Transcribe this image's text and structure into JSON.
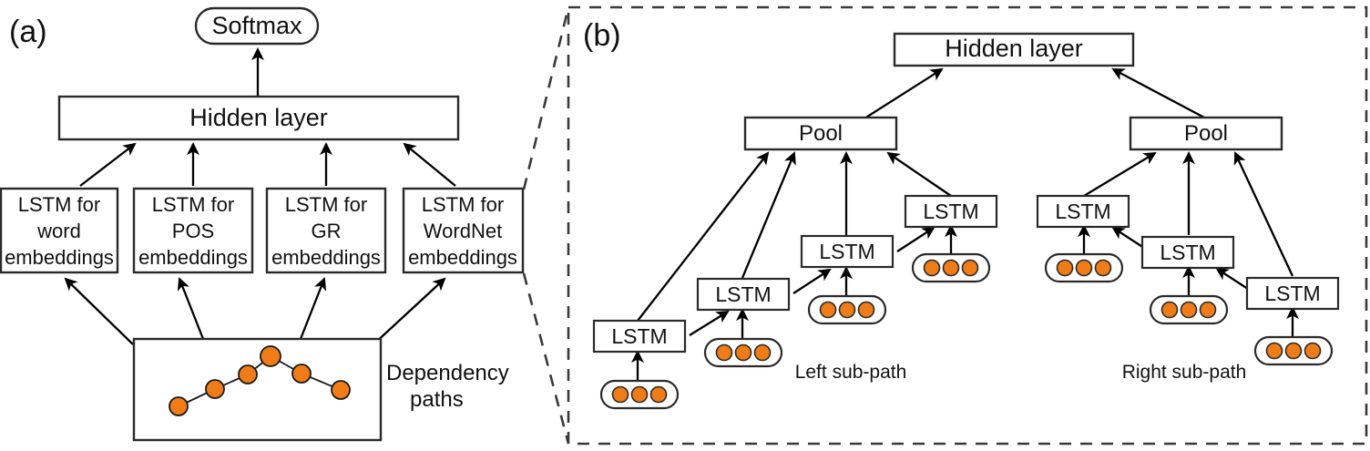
{
  "panel_a": {
    "label": "(a)",
    "softmax": {
      "label": "Softmax"
    },
    "hidden": {
      "label": "Hidden layer"
    },
    "lstm_boxes": [
      {
        "line1": "LSTM for",
        "line2": "word",
        "line3": "embeddings"
      },
      {
        "line1": "LSTM for",
        "line2": "POS",
        "line3": "embeddings"
      },
      {
        "line1": "LSTM for",
        "line2": "GR",
        "line3": "embeddings"
      },
      {
        "line1": "LSTM for",
        "line2": "WordNet",
        "line3": "embeddings"
      }
    ],
    "dependency": {
      "line1": "Dependency",
      "line2": "paths",
      "node_count": 6
    }
  },
  "panel_b": {
    "label": "(b)",
    "hidden": {
      "label": "Hidden layer"
    },
    "pool_left": {
      "label": "Pool"
    },
    "pool_right": {
      "label": "Pool"
    },
    "left_subpath": {
      "caption": "Left sub-path",
      "lstm_label": "LSTM",
      "steps": 4,
      "dots_per_embedding": 3
    },
    "right_subpath": {
      "caption": "Right sub-path",
      "lstm_label": "LSTM",
      "steps": 3,
      "dots_per_embedding": 3
    }
  },
  "colors": {
    "node_orange": "#f07c18",
    "stroke_dark": "#2a2a2a",
    "dashed_gray": "#3a3a3a",
    "background": "#ffffff"
  }
}
